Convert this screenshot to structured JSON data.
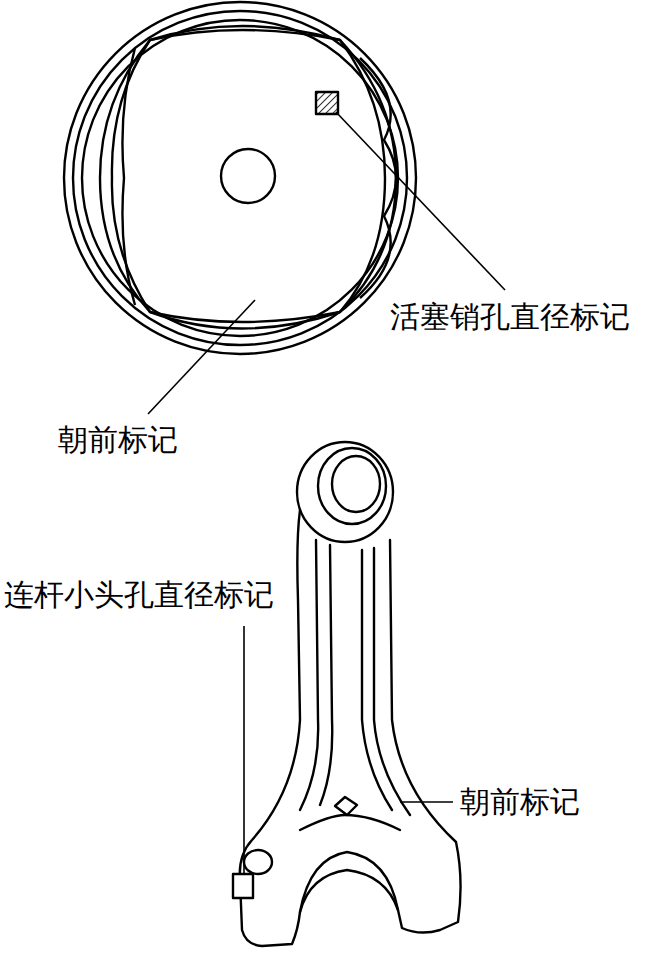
{
  "diagram": {
    "labels": [
      "活塞销孔直径标记",
      "朝前标记",
      "连杆小头孔直径标记",
      "朝前标记"
    ]
  }
}
